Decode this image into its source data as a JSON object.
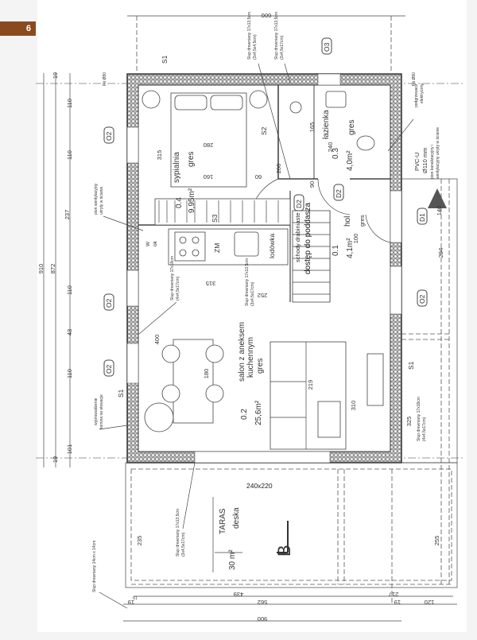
{
  "page_badge": "6",
  "dimensions": {
    "top": "600",
    "bottom_total": "900",
    "bottom_mid": "562",
    "bottom_left": "19",
    "bottom_right": "19",
    "bottom_porch": "120",
    "left_total": "910",
    "left_inner": "872",
    "left_237": "237",
    "left_110a": "110",
    "left_110b": "110",
    "left_110c": "110",
    "left_43": "43",
    "left_110d": "110",
    "left_101": "101",
    "left_19a": "19",
    "left_19b": "19",
    "bed_280": "280",
    "bed_160": "160",
    "bed_60": "60",
    "bed_315": "315",
    "bath_165": "165",
    "bath_240": "240",
    "door_200": "200",
    "door_90": "90",
    "living_315": "315",
    "living_252": "252",
    "living_219": "219",
    "living_310": "310",
    "living_325": "325",
    "hall_100": "100",
    "porch_294": "294",
    "porch_140": "140",
    "table_180": "180",
    "table_400": "400",
    "terrace_235": "235",
    "terrace_255": "255",
    "terrace_439": "439",
    "terrace_217": "217"
  },
  "rooms": {
    "bedroom": {
      "name": "sypialnia",
      "floor": "gres",
      "number": "0.4",
      "area": "9,95m²"
    },
    "bathroom": {
      "name": "łazienka",
      "floor": "gres",
      "number": "0.3",
      "area": "4,0m²"
    },
    "hall": {
      "name": "hol",
      "floor": "gres",
      "number": "0.1",
      "area": "4,1m²"
    },
    "living": {
      "name": "salon z aneksem",
      "name2": "kuchennym",
      "floor": "gres",
      "number": "0.2",
      "area": "25,6m²"
    },
    "terrace": {
      "name": "TARAS",
      "floor": "deska",
      "area": "30 m²",
      "size": "240x220"
    }
  },
  "fixtures": {
    "stove": "ZM",
    "fridge": "lodówka",
    "stairs1": "schody drabiniaste",
    "stairs2": "dostęp do poddasza",
    "wk": "W",
    "ok": "ok"
  },
  "tags": {
    "o2": "O2",
    "o3": "O3",
    "d1": "D1",
    "d2": "D2",
    "s1": "S1",
    "s2": "S2",
    "s3": "S3",
    "section": "B"
  },
  "notes": {
    "post1": "Słup drewniany 17x13,5cm",
    "post1b": "(3x4,5x4,5cm)",
    "post2": "Słup drewniany 17x13,5cm",
    "post2b": "(3x4,5x17cm)",
    "post3": "Słup drewniany 17x18cm",
    "post3b": "(4x4,5x17cm)",
    "post4": "Słup drewniany 17x13,5cm",
    "post4b": "(3x4,5x17cm)",
    "post5": "Słup drewniany 14cm x 14cm",
    "vent": "pion wentylacyjny",
    "vent2": "ukryty w ścianie",
    "chimney": "wyprowadzenie",
    "chimney2": "komina na elewacje",
    "heater": "podgrzewacz",
    "heater2": "elektryczny",
    "pipe": "PVC-U",
    "pipe2": "Ø110 mm",
    "sewer": "pion kanalizacyjny i",
    "sewer2": "wentylacyjny ukryty w ścianie",
    "rs_left": "Rś Ø80",
    "rs_right": "Rś Ø80"
  }
}
